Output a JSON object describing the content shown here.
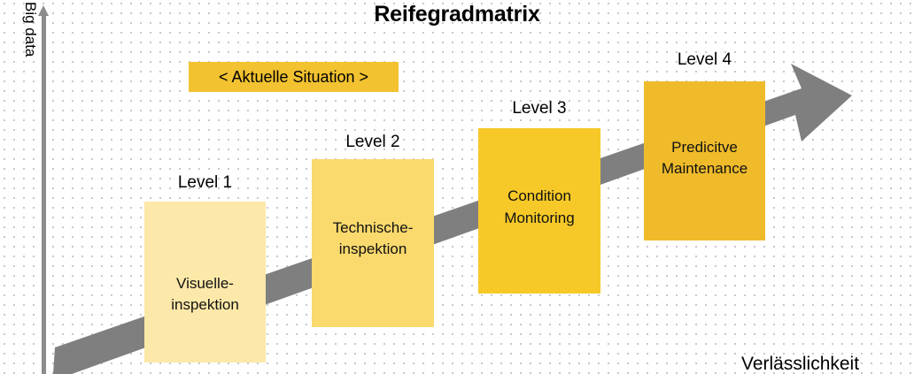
{
  "diagram": {
    "title": "Reifegradmatrix",
    "y_axis": {
      "label": "Big data",
      "icon": "up-arrow-icon"
    },
    "x_axis": {
      "label": "Verlässlichkeit"
    },
    "growth_arrow": {
      "icon": "diagonal-arrow-icon",
      "color": "#7f7f7f",
      "direction": "up-right"
    },
    "banner": {
      "text": "< Aktuelle Situation >",
      "color": "#f2c230"
    },
    "levels": [
      {
        "caption": "Level 1",
        "line1": "Visuelle-",
        "line2": "inspektion",
        "color": "#fce8a8"
      },
      {
        "caption": "Level 2",
        "line1": "Technische-",
        "line2": "inspektion",
        "color": "#fad96d"
      },
      {
        "caption": "Level 3",
        "line1": "Condition",
        "line2": "Monitoring",
        "color": "#f6c928"
      },
      {
        "caption": "Level 4",
        "line1": "Predicitve",
        "line2": "Maintenance",
        "color": "#efbb2b"
      }
    ]
  },
  "chart_data": {
    "type": "diagram",
    "title": "Reifegradmatrix",
    "xlabel": "Verlässlichkeit",
    "ylabel": "Big data",
    "categories": [
      "Level 1",
      "Level 2",
      "Level 3",
      "Level 4"
    ],
    "values": [
      1,
      2,
      3,
      4
    ],
    "annotations": [
      "< Aktuelle Situation >"
    ]
  }
}
